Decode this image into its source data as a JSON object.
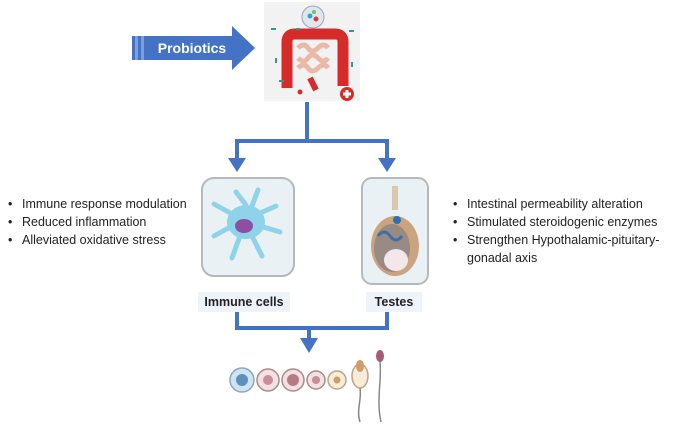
{
  "probiotics_label": "Probiotics",
  "left_effects": [
    "Immune response modulation",
    "Reduced inflammation",
    "Alleviated oxidative stress"
  ],
  "right_effects": [
    "Intestinal permeability alteration",
    "Stimulated steroidogenic enzymes",
    "Strengthen Hypothalamic-pituitary-gonadal axis"
  ],
  "immune_label": "Immune cells",
  "testes_label": "Testes",
  "colors": {
    "arrow": "#4472c4",
    "gut": "#d62b2b",
    "cell": "#8fd3ea",
    "box_fill": "#eaf1f5",
    "box_border": "#b5b9bd"
  }
}
